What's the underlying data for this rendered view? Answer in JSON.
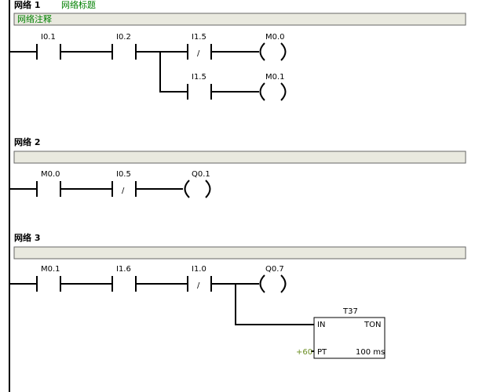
{
  "networks": [
    {
      "title": "网络 1",
      "name": "网络标题",
      "comment": "网络注释"
    },
    {
      "title": "网络 2",
      "name": "",
      "comment": ""
    },
    {
      "title": "网络 3",
      "name": "",
      "comment": ""
    }
  ],
  "net1": {
    "c1": "I0.1",
    "c2": "I0.2",
    "c3": "I1.5",
    "coil1": "M0.0",
    "c4": "I1.5",
    "coil2": "M0.1"
  },
  "net2": {
    "c1": "M0.0",
    "c2": "I0.5",
    "coil1": "Q0.1"
  },
  "net3": {
    "c1": "M0.1",
    "c2": "I1.6",
    "c3": "I1.0",
    "coil1": "Q0.7",
    "timer": {
      "name": "T37",
      "in_label": "IN",
      "type": "TON",
      "pt_label": "PT",
      "preset": "+60",
      "base": "100 ms"
    }
  },
  "glyphs": {
    "nc_slash": "/"
  }
}
